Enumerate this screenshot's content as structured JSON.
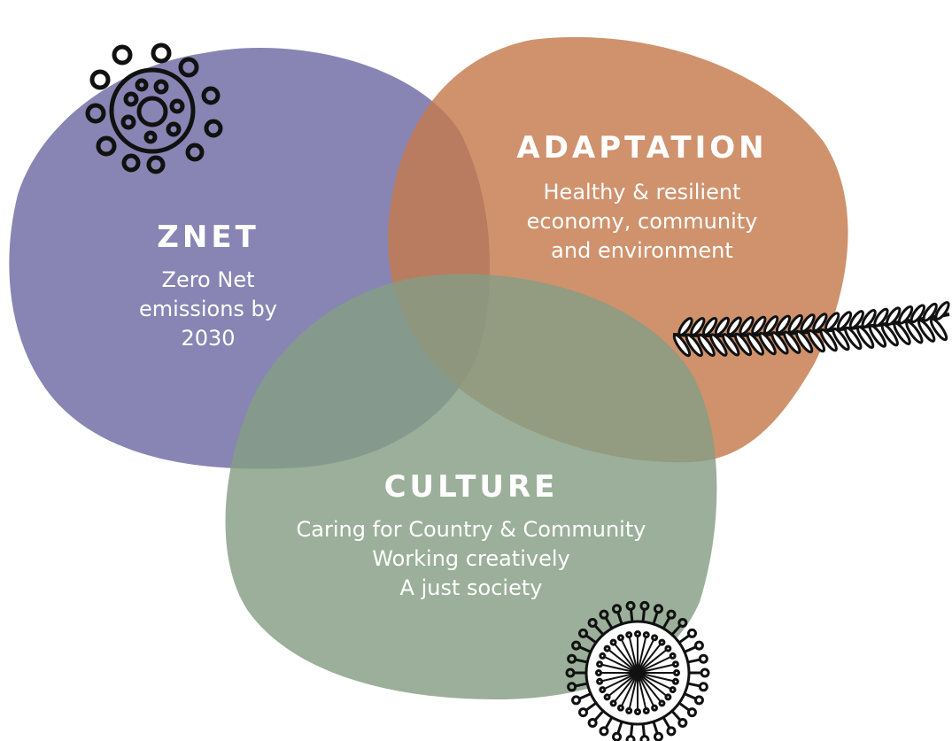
{
  "diagram": {
    "circles": [
      {
        "id": "znet",
        "heading": "ZNET",
        "lines": [
          "Zero Net",
          "emissions by",
          "2030"
        ],
        "color": "#6e6aa3"
      },
      {
        "id": "adaptation",
        "heading": "ADAPTATION",
        "lines": [
          "Healthy & resilient",
          "economy, community",
          "and environment"
        ],
        "color": "#c47a4d"
      },
      {
        "id": "culture",
        "heading": "CULTURE",
        "lines": [
          "Caring for Country & Community",
          "Working creatively",
          "A just society"
        ],
        "color": "#859e84"
      }
    ],
    "decorations": [
      "sun-motif-icon",
      "fern-frond-icon",
      "spiked-seed-icon"
    ]
  }
}
